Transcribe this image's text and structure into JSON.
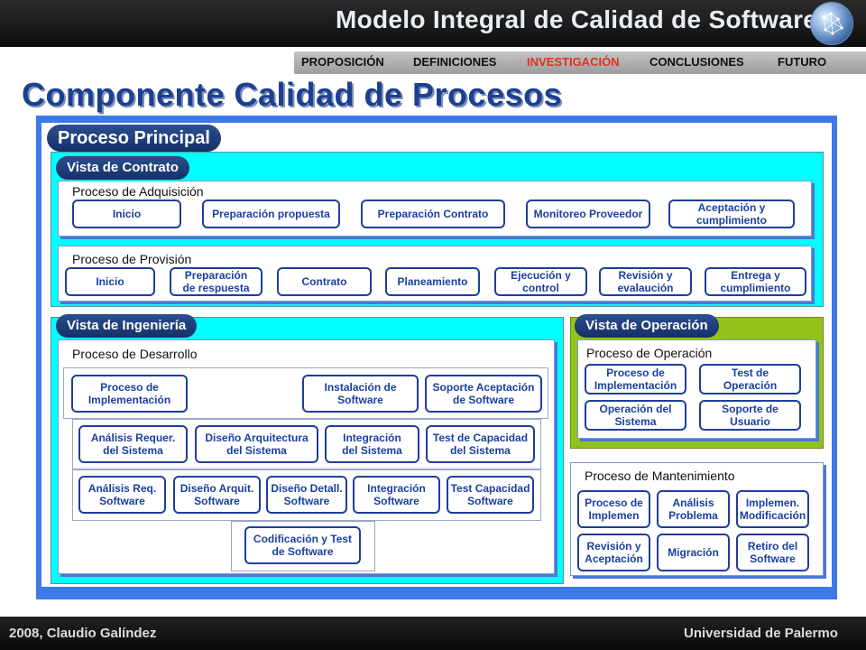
{
  "header": {
    "title": "Modelo Integral de Calidad de Software",
    "nav": [
      "PROPOSICIÓN",
      "DEFINICIONES",
      "INVESTIGACIÓN",
      "CONCLUSIONES",
      "FUTURO"
    ],
    "active_nav": "INVESTIGACIÓN"
  },
  "page_title": "Componente Calidad de Procesos",
  "main": {
    "title": "Proceso Principal",
    "contrato": {
      "title": "Vista de Contrato",
      "adquisicion": {
        "label": "Proceso de Adquisición",
        "items": [
          "Inicio",
          "Preparación propuesta",
          "Preparación Contrato",
          "Monitoreo Proveedor",
          "Aceptación y\ncumplimiento"
        ]
      },
      "provision": {
        "label": "Proceso de Provisión",
        "items": [
          "Inicio",
          "Preparación\nde respuesta",
          "Contrato",
          "Planeamiento",
          "Ejecución y\ncontrol",
          "Revisión y\nevalaución",
          "Entrega y\ncumplimiento"
        ]
      }
    },
    "ingenieria": {
      "title": "Vista de Ingeniería",
      "desarrollo": {
        "label": "Proceso de Desarrollo",
        "row1": [
          "Proceso de\nImplementación",
          "Instalación de\nSoftware",
          "Soporte Aceptación\nde Software"
        ],
        "row2": [
          "Análisis Requer.\ndel Sistema",
          "Diseño Arquitectura\ndel Sistema",
          "Integración\ndel Sistema",
          "Test de Capacidad\ndel Sistema"
        ],
        "row3": [
          "Análisis Req.\nSoftware",
          "Diseño Arquit.\nSoftware",
          "Diseño Detall.\nSoftware",
          "Integración\nSoftware",
          "Test Capacidad\nSoftware"
        ],
        "row4": [
          "Codificación y Test\nde Software"
        ]
      }
    },
    "operacion": {
      "title": "Vista de Operación",
      "proceso": {
        "label": "Proceso de Operación",
        "items": [
          "Proceso de\nImplementación",
          "Test de\nOperación",
          "Operación del\nSistema",
          "Soporte de\nUsuario"
        ]
      }
    },
    "mantenimiento": {
      "label": "Proceso de Mantenimiento",
      "items": [
        "Proceso de\nImplemen",
        "Análisis\nProblema",
        "Implemen.\nModificación",
        "Revisión y\nAceptación",
        "Migración",
        "Retiro del\nSoftware"
      ]
    }
  },
  "footer": {
    "left": "2008, Claudio Galíndez",
    "right": "Universidad de Palermo"
  },
  "colors": {
    "frame": "#3e79ea",
    "vista_contrato_bg": "#00ffff",
    "vista_operacion_bg": "#94c21c",
    "box_border": "#1d3e9c",
    "active_nav": "#e03020"
  }
}
